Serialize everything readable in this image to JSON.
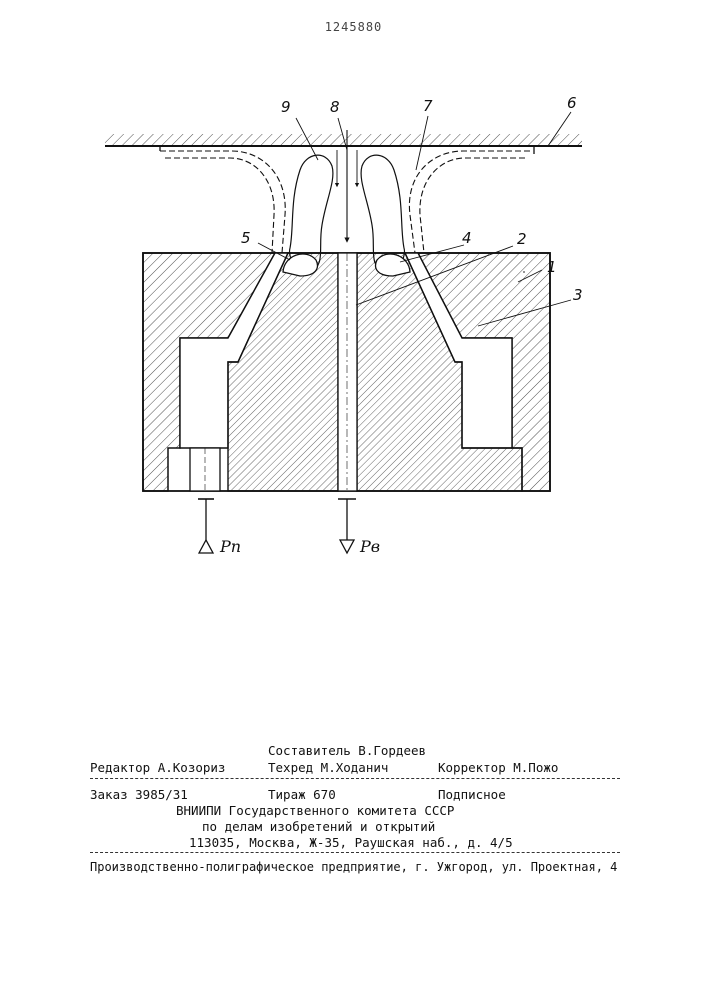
{
  "patent_number": "1245880",
  "figure_labels": {
    "l1": "1",
    "l2": "2",
    "l3": "3",
    "l4": "4",
    "l5": "5",
    "l6": "6",
    "l7": "7",
    "l8": "8",
    "l9": "9",
    "p_left": "Pп",
    "p_right": "Pв"
  },
  "imprint": {
    "compiler": "Составитель В.Гордеев",
    "editor": "Редактор А.Козориз",
    "techred": "Техред М.Ходанич",
    "corrector": "Корректор  М.Пожо",
    "order": "Заказ 3985/31",
    "circulation": "Тираж 670",
    "subscription": "Подписное",
    "institute_1": "ВНИИПИ Государственного комитета СССР",
    "institute_2": "по делам изобретений и открытий",
    "address": "113035, Москва, Ж-35, Раушская наб., д. 4/5",
    "printer": "Производственно-полиграфическое предприятие, г. Ужгород, ул.  Проектная, 4"
  }
}
